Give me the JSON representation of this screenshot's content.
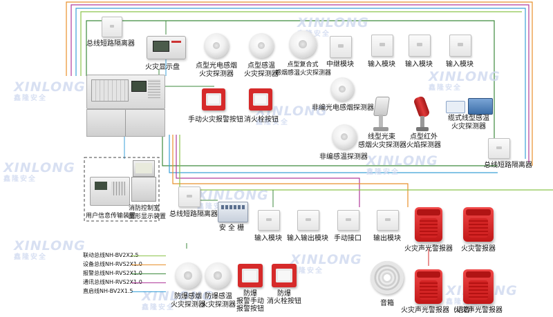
{
  "devices": {
    "bus_isolator_top": "总线短路隔离器",
    "fire_display": "火灾显示盘",
    "photo_smoke": "点型光电感烟\n火灾探测器",
    "heat_detector": "点型感温\n火灾探测器",
    "composite_detector": "点型复合式\n感烟感温火灾探测器",
    "relay_module": "中继模块",
    "input_module_1": "输入模块",
    "input_module_2": "输入模块",
    "input_module_3": "输入模块",
    "manual_alarm": "手动火灾报警按钮",
    "hydrant_button": "消火栓按钮",
    "nonaddr_smoke": "非编光电感烟探测器",
    "beam_detector": "线型光束\n感烟火灾探测器",
    "ir_flame": "点型红外\n火焰探测器",
    "cable_heat": "缆式线型感温\n火灾探测器",
    "nonaddr_heat": "非编感温探测器",
    "bus_isolator_right": "总线短路隔离器",
    "user_transmission": "用户信息传输装置",
    "graphic_display": "消防控制室\n图形显示装置",
    "bus_isolator_bottom": "总线短路隔离器",
    "safety_barrier": "安 全 栅",
    "input_module_4": "输入模块",
    "io_module": "输入输出模块",
    "manual_interface": "手动接口",
    "output_module": "输出模块",
    "speaker": "音箱",
    "strobe_alarm_1": "火灾声光警报器",
    "strobe_alarm_2": "火灾警报器",
    "strobe_alarm_3": "火灾声光警报器（语音）",
    "strobe_alarm_4": "火灾声光警报器",
    "ex_smoke": "防爆感烟\n火灾探测器",
    "ex_heat": "防爆感温\n火灾探测器",
    "ex_manual": "防爆\n报警手动\n报警按钮",
    "ex_hydrant": "防爆\n消火栓按钮"
  },
  "legend": [
    {
      "label": "联动总线NH-BV2X2.5",
      "color": "#8bc34a"
    },
    {
      "label": "设备总线NH-RVS2X1.0",
      "color": "#e8902a"
    },
    {
      "label": "报警总线NH-RVS2X1.0",
      "color": "#3c8a3c"
    },
    {
      "label": "通讯总线NH-RVS2X1.0",
      "color": "#b03a9a"
    },
    {
      "label": "直启线NH-BV2X1.5",
      "color": "#3aa0d8"
    }
  ],
  "watermark": {
    "logo": "XINLONG",
    "sub": "鑫隆安全"
  },
  "colors": {
    "bus_green": "#3c8a3c",
    "bus_cyan": "#3aa0d8",
    "bus_orange": "#e8902a",
    "bus_purple": "#b03a9a",
    "bus_lime": "#8bc34a",
    "alarm_red": "#d62a2a"
  }
}
